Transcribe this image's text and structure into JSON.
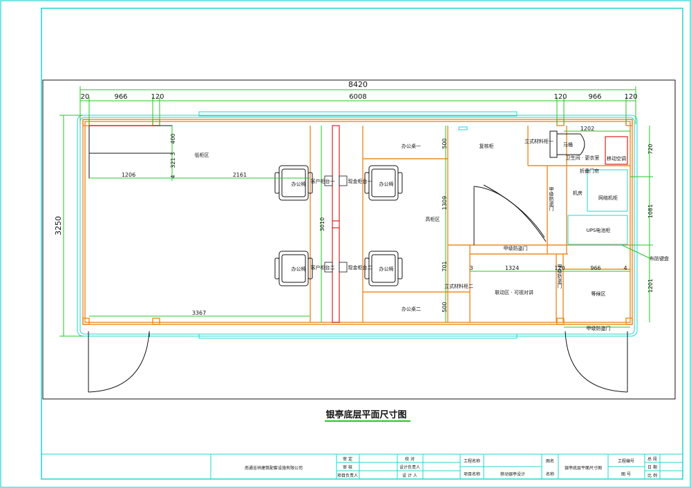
{
  "drawing_title": "银亭底层平面尺寸图",
  "dimensions": {
    "overall_width": "8420",
    "overall_height": "3250",
    "top_segments": [
      "20",
      "966",
      "120",
      "6008",
      "120",
      "966",
      "120"
    ],
    "shelf_400": "400",
    "shelf_3": "3",
    "shelf_321": "321",
    "shelf_4": "4",
    "row_1206": "1206",
    "row_2161": "2161",
    "counter_3010": "3010",
    "bottom_3367": "3367",
    "desk_500_top": "500",
    "desk_1309": "1309",
    "desk_701": "701",
    "desk_500_bottom": "500",
    "right_1202": "1202",
    "right_720": "720",
    "right_1081": "1081",
    "right_1201": "1201",
    "mid_3": "3",
    "mid_1324": "1324",
    "mid_120": "120",
    "mid_966": "966",
    "mid_4": "4"
  },
  "rooms": {
    "low_cabinet": "低柜区",
    "high_cabinet": "高柜区",
    "desk_one": "办公桌一",
    "desk_two": "办公桌二",
    "review_cabinet": "复核柜",
    "material_cabinet_one": "立式材料柜一",
    "material_cabinet_two": "立式材料柜二",
    "toilet": "马桶",
    "wc_changing": "卫生间 · 更衣室",
    "mobile_ac": "移动空调",
    "folding_curtain": "折叠门帘",
    "machine_room": "机房",
    "network_cabinet": "网络机柜",
    "ups_cabinet": "UPS电池柜",
    "fire_door_a": "甲级防盗门",
    "fire_door_b": "甲级防盗门",
    "fire_door_c": "甲级防盗门",
    "fire_door_d": "甲级防盗门",
    "linkage_area": "联动区 · 可视对讲",
    "waiting_area": "等候区",
    "fire_keypad": "布防键盘",
    "chair_1": "办公椅",
    "chair_2": "办公椅",
    "chair_3": "办公椅",
    "chair_4": "办公椅",
    "client_counter_1": "客户柜台一",
    "client_counter_2": "客户柜台二",
    "cash_counter_1": "现金柜台一",
    "cash_counter_2": "现金柜台二"
  },
  "title_block": {
    "company": "南通吉祥建筑配套设施有限公司",
    "col1": [
      "审 定",
      "审 核",
      "项目负责人"
    ],
    "col2": [
      "校 对",
      "设计负责人",
      "设 计 人"
    ],
    "proj_label": "工程名称",
    "item_label": "项目名称",
    "item_value": "移动银亭设计",
    "fig_label": "图名",
    "fig_value": "银亭底层平面尺寸图",
    "fig_label2": "名称",
    "proj_no_label": "工程编号",
    "diagram_no_label": "图 号",
    "right_col": [
      "总 段",
      "日 期",
      "比 例"
    ]
  },
  "colors": {
    "frame": "#22d3d3",
    "wall": "#f08a1e",
    "dimension": "#22c722",
    "red": "#e01e1e",
    "ink": "#111111"
  }
}
